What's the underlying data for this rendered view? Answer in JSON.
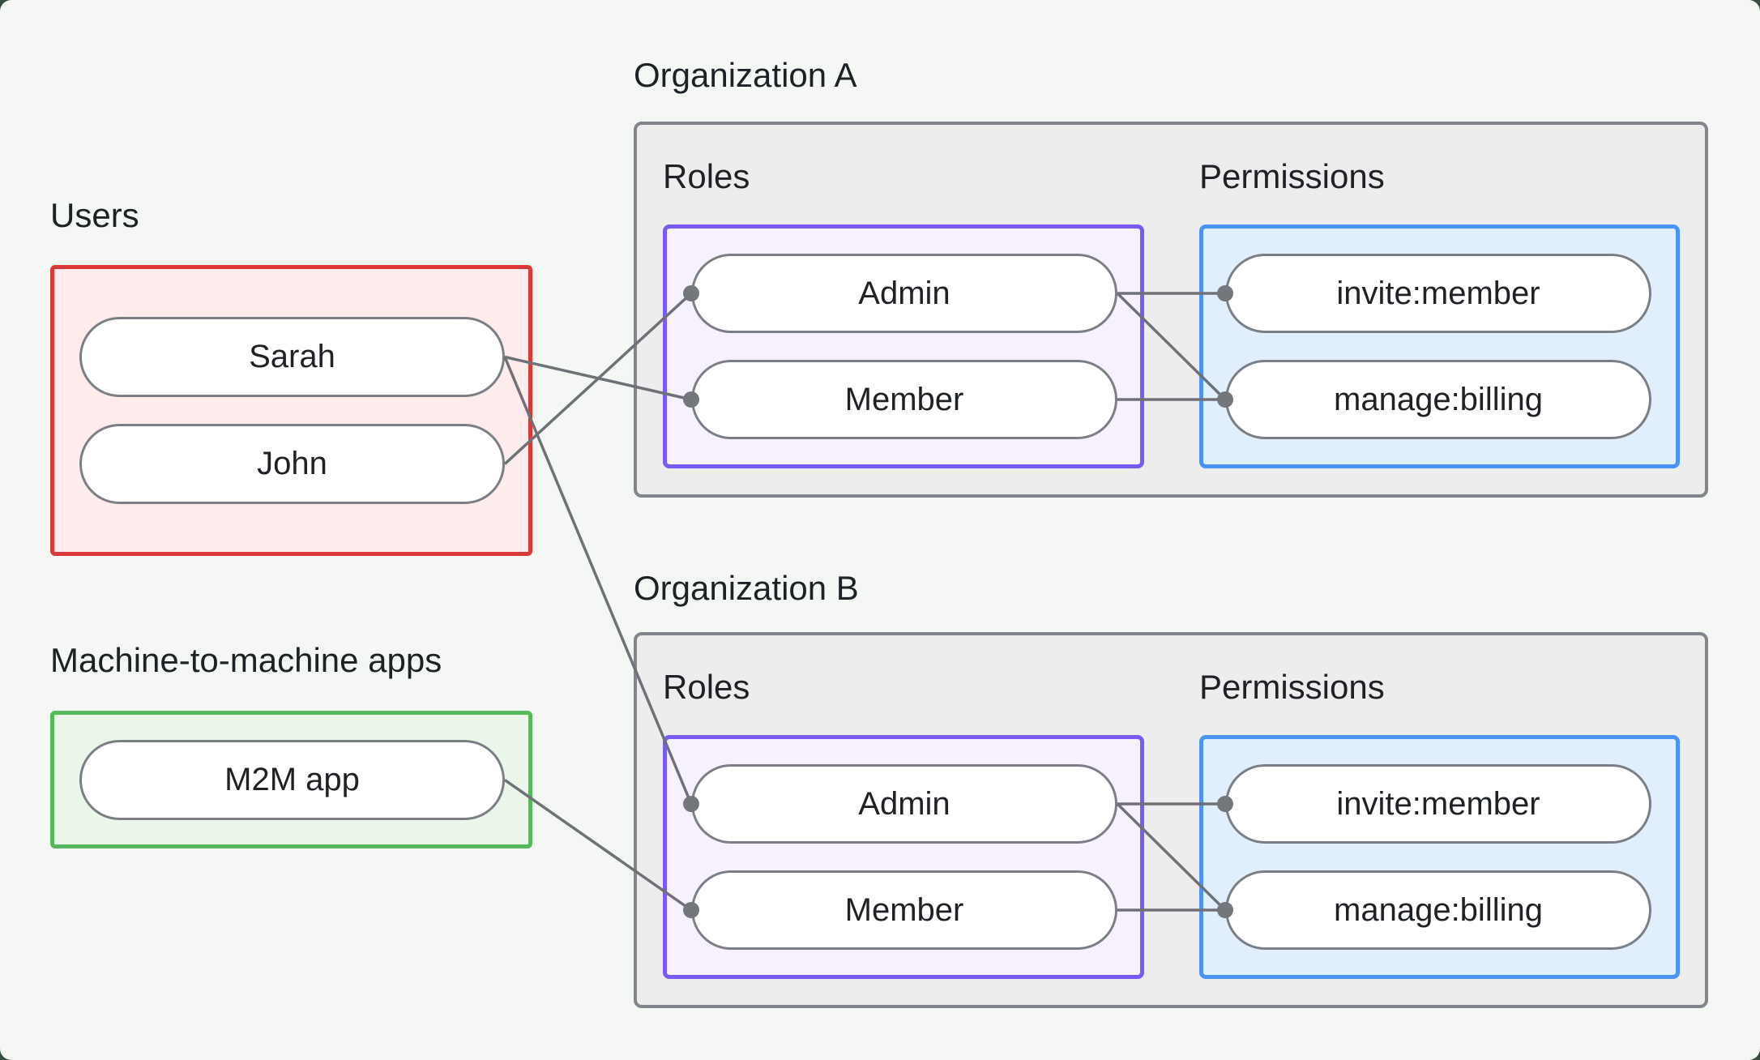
{
  "users": {
    "label": "Users",
    "items": [
      {
        "id": "user-sarah",
        "label": "Sarah"
      },
      {
        "id": "user-john",
        "label": "John"
      }
    ]
  },
  "m2m": {
    "label": "Machine-to-machine apps",
    "items": [
      {
        "id": "app-m2m",
        "label": "M2M app"
      }
    ]
  },
  "organizations": [
    {
      "label": "Organization A",
      "roles_label": "Roles",
      "permissions_label": "Permissions",
      "roles": [
        {
          "id": "orgA-role-admin",
          "label": "Admin"
        },
        {
          "id": "orgA-role-member",
          "label": "Member"
        }
      ],
      "permissions": [
        {
          "id": "orgA-perm-invite",
          "label": "invite:member"
        },
        {
          "id": "orgA-perm-manage",
          "label": "manage:billing"
        }
      ]
    },
    {
      "label": "Organization B",
      "roles_label": "Roles",
      "permissions_label": "Permissions",
      "roles": [
        {
          "id": "orgB-role-admin",
          "label": "Admin"
        },
        {
          "id": "orgB-role-member",
          "label": "Member"
        }
      ],
      "permissions": [
        {
          "id": "orgB-perm-invite",
          "label": "invite:member"
        },
        {
          "id": "orgB-perm-manage",
          "label": "manage:billing"
        }
      ]
    }
  ],
  "connections": [
    {
      "from": "user-sarah",
      "to": "orgA-role-member"
    },
    {
      "from": "user-sarah",
      "to": "orgB-role-admin"
    },
    {
      "from": "user-john",
      "to": "orgA-role-admin"
    },
    {
      "from": "app-m2m",
      "to": "orgB-role-member"
    },
    {
      "from": "orgA-role-admin",
      "to": "orgA-perm-invite"
    },
    {
      "from": "orgA-role-admin",
      "to": "orgA-perm-manage"
    },
    {
      "from": "orgA-role-member",
      "to": "orgA-perm-manage"
    },
    {
      "from": "orgB-role-admin",
      "to": "orgB-perm-invite"
    },
    {
      "from": "orgB-role-admin",
      "to": "orgB-perm-manage"
    },
    {
      "from": "orgB-role-member",
      "to": "orgB-perm-manage"
    }
  ],
  "palette": {
    "page_background": "#35503f",
    "canvas_background": "#f5f7f4",
    "text": "#1e2226",
    "users_border": "#d93a38",
    "users_fill": "#fdeceb",
    "m2m_border": "#57b85e",
    "m2m_fill": "#e9f6e9",
    "org_border": "#82868c",
    "org_fill": "#ededee",
    "roles_border": "#7a5af5",
    "roles_fill": "#f6f1fd",
    "permissions_border": "#4b93f5",
    "permissions_fill": "#e1effd",
    "pill_border": "#7b7f85",
    "pill_fill": "#ffffff",
    "connector": "#6e7277",
    "connector_dot": "#73777c"
  }
}
